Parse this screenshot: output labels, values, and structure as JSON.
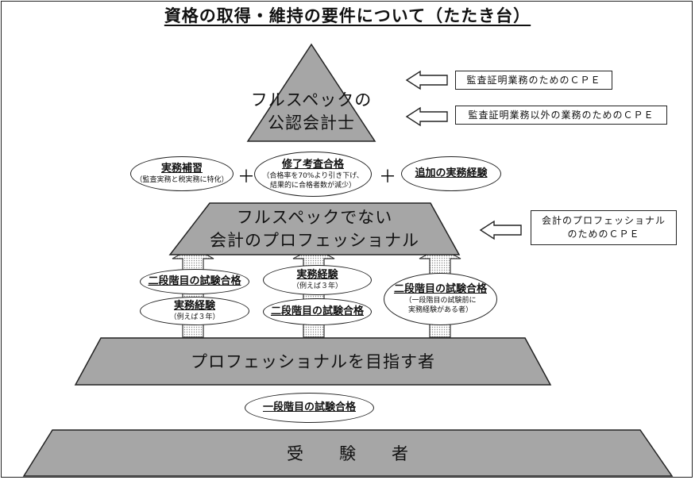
{
  "title": "資格の取得・維持の要件について（たたき台）",
  "tiers": {
    "top": {
      "line1": "フルスペックの",
      "line2": "公認会計士"
    },
    "middle": {
      "line1": "フルスペックでない",
      "line2": "会計のプロフェッショナル"
    },
    "lower": {
      "label": "プロフェッショナルを目指す者"
    },
    "base": {
      "label": "受　　験　　者"
    }
  },
  "requirements": {
    "practical_training": {
      "main": "実務補習",
      "sub": "（監査実務と税実務に特化）"
    },
    "completion_exam": {
      "main": "修了考査合格",
      "sub1": "（合格率を70%より引き下げ、",
      "sub2": "結果的に合格者数が減少）"
    },
    "additional_experience": {
      "main": "追加の実務経験"
    },
    "plus_sign": "＋"
  },
  "paths": {
    "left": [
      {
        "main": "二段階目の試験合格"
      },
      {
        "main": "実務経験",
        "sub": "（例えば３年）"
      }
    ],
    "center": [
      {
        "main": "実務経験",
        "sub": "（例えば３年）"
      },
      {
        "main": "二段階目の試験合格"
      }
    ],
    "right": {
      "main": "二段階目の試験合格",
      "sub1": "（一段階目の試験前に",
      "sub2": "実務経験がある者）"
    }
  },
  "first_stage": {
    "main": "一段階目の試験合格"
  },
  "cpe": {
    "audit": "監査証明業務のためのＣＰＥ",
    "non_audit": "監査証明業務以外の業務のためのＣＰＥ",
    "professional_line1": "会計のプロフェッショナル",
    "professional_line2": "のためのＣＰＥ"
  },
  "colors": {
    "shape_fill": "#a6a6a6",
    "outline": "#222222",
    "background": "#ffffff"
  }
}
